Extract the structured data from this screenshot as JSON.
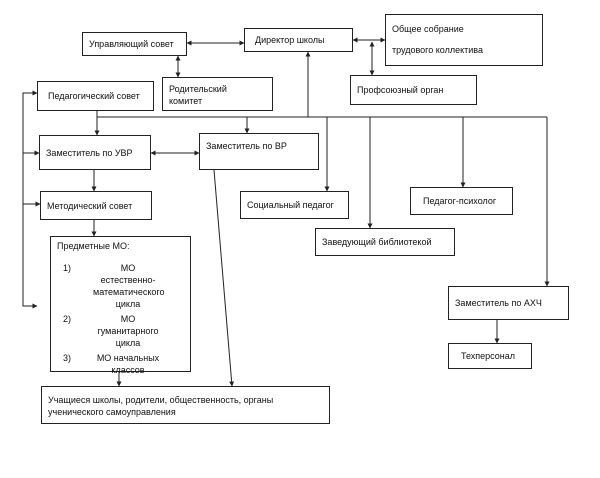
{
  "boxes": {
    "governing_council": "Управляющий совет",
    "director": "Директор школы",
    "general_meeting_line1": "Общее собрание",
    "general_meeting_line2": "трудового коллектива",
    "parent_committee_line1": "Родительский",
    "parent_committee_line2": "комитет",
    "trade_union": "Профсоюзный орган",
    "ped_council": "Педагогический совет",
    "deputy_uvr": "Заместитель по УВР",
    "deputy_vr": "Заместитель по ВР",
    "social_pedagogue": "Социальный педагог",
    "psychologist": "Педагог-психолог",
    "librarian": "Заведующий библиотекой",
    "method_council": "Методический совет",
    "subject_mo_title": "Предметные МО:",
    "mo_items": [
      {
        "num": "1)",
        "line1": "МО естественно-",
        "line2": "математического",
        "line3": "цикла"
      },
      {
        "num": "2)",
        "line1": "МО гуманитарного",
        "line2": "цикла",
        "line3": ""
      },
      {
        "num": "3)",
        "line1": "МО начальных",
        "line2": "классов",
        "line3": ""
      }
    ],
    "deputy_ahch": "Заместитель по АХЧ",
    "tech_staff": "Техперсонал",
    "students_line1": "Учащиеся школы, родители, общественность, органы",
    "students_line2": "ученического самоуправления"
  }
}
